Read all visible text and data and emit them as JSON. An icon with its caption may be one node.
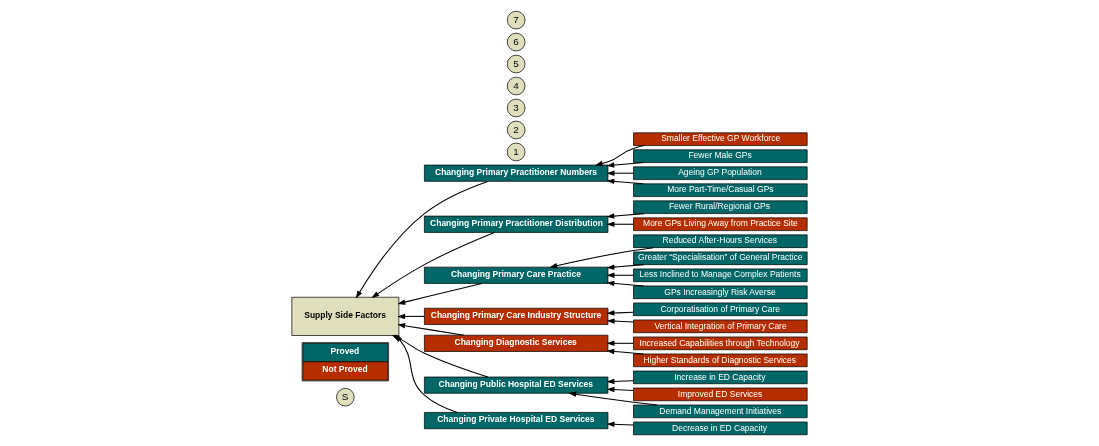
{
  "diagram": {
    "nodes": [
      {
        "text": [
          "S"
        ]
      },
      {
        "text": [
          "Supply Side Factors"
        ]
      },
      {
        "text": [
          "1"
        ]
      },
      {
        "text": [
          "Changing Primary Practitioner Numbers"
        ]
      },
      {
        "text": [
          "Smaller Effective GP Workforce"
        ]
      },
      {
        "text": [
          "Fewer Male GPs"
        ]
      },
      {
        "text": [
          "Ageing GP Population"
        ]
      },
      {
        "text": [
          "More Part-Time/Casual GPs"
        ]
      },
      {
        "text": [
          "2"
        ]
      },
      {
        "text": [
          "Changing Primary Practitioner Distribution"
        ]
      },
      {
        "text": [
          "Fewer Rural/Regional GPs"
        ]
      },
      {
        "text": [
          "More GPs Living Away from Practice Site"
        ]
      },
      {
        "text": [
          "3"
        ]
      },
      {
        "text": [
          "Changing Primary Care Practice"
        ]
      },
      {
        "text": [
          "Reduced After-Hours Services"
        ]
      },
      {
        "text": [
          "Greater “Specialisation” of General Practice"
        ]
      },
      {
        "text": [
          "Less Inclined to Manage Complex Patients"
        ]
      },
      {
        "text": [
          "GPs Increasingly Risk Averse"
        ]
      },
      {
        "text": [
          "4"
        ]
      },
      {
        "text": [
          "Changing Primary Care Industry Structure"
        ]
      },
      {
        "text": [
          "Corporatisation of Primary Care"
        ]
      },
      {
        "text": [
          "Vertical Integration of Primary Care"
        ]
      },
      {
        "text": [
          "5"
        ]
      },
      {
        "text": [
          "Changing Diagnostic Services"
        ]
      },
      {
        "text": [
          "Increased Capabilities through Technology"
        ]
      },
      {
        "text": [
          "Higher Standards of Diagnostic Services"
        ]
      },
      {
        "text": [
          "6"
        ]
      },
      {
        "text": [
          "Changing Public Hospital ED Services"
        ]
      },
      {
        "text": [
          "Increase in ED Capacity"
        ]
      },
      {
        "text": [
          "Improved ED Services"
        ]
      },
      {
        "text": [
          "Demand Management Initiatives"
        ]
      },
      {
        "text": [
          "7"
        ]
      },
      {
        "text": [
          "Changing Private Hospital ED Services"
        ]
      },
      {
        "text": [
          "Decrease in ED Capacity"
        ]
      }
    ],
    "edges": [
      {
        "from": 4,
        "to": 3,
        "arrow": "to"
      },
      {
        "from": 5,
        "to": 3,
        "arrow": "to"
      },
      {
        "from": 6,
        "to": 3,
        "arrow": "to"
      },
      {
        "from": 7,
        "to": 3,
        "arrow": "to"
      },
      {
        "from": 10,
        "to": 9,
        "arrow": "to"
      },
      {
        "from": 11,
        "to": 9,
        "arrow": "to"
      },
      {
        "from": 14,
        "to": 13,
        "arrow": "to"
      },
      {
        "from": 15,
        "to": 13,
        "arrow": "to"
      },
      {
        "from": 16,
        "to": 13,
        "arrow": "to"
      },
      {
        "from": 17,
        "to": 13,
        "arrow": "to"
      },
      {
        "from": 20,
        "to": 19,
        "arrow": "to"
      },
      {
        "from": 21,
        "to": 19,
        "arrow": "to"
      },
      {
        "from": 24,
        "to": 23,
        "arrow": "to"
      },
      {
        "from": 25,
        "to": 23,
        "arrow": "to"
      },
      {
        "from": 28,
        "to": 27,
        "arrow": "to"
      },
      {
        "from": 29,
        "to": 27,
        "arrow": "to"
      },
      {
        "from": 30,
        "to": 27,
        "arrow": "to"
      },
      {
        "from": 33,
        "to": 32,
        "arrow": "to"
      },
      {
        "from": 3,
        "to": 1,
        "arrow": "to"
      },
      {
        "from": 9,
        "to": 1,
        "arrow": "to"
      },
      {
        "from": 13,
        "to": 1,
        "arrow": "to"
      },
      {
        "from": 19,
        "to": 1,
        "arrow": "to"
      },
      {
        "from": 23,
        "to": 1,
        "arrow": "to"
      },
      {
        "from": 27,
        "to": 1,
        "arrow": "to"
      },
      {
        "from": 32,
        "to": 1,
        "arrow": "to"
      }
    ],
    "legend": [
      {
        "text": "Proved",
        "color": "#006666"
      },
      {
        "text": "Not Proved",
        "color": "#b52e00"
      }
    ]
  }
}
